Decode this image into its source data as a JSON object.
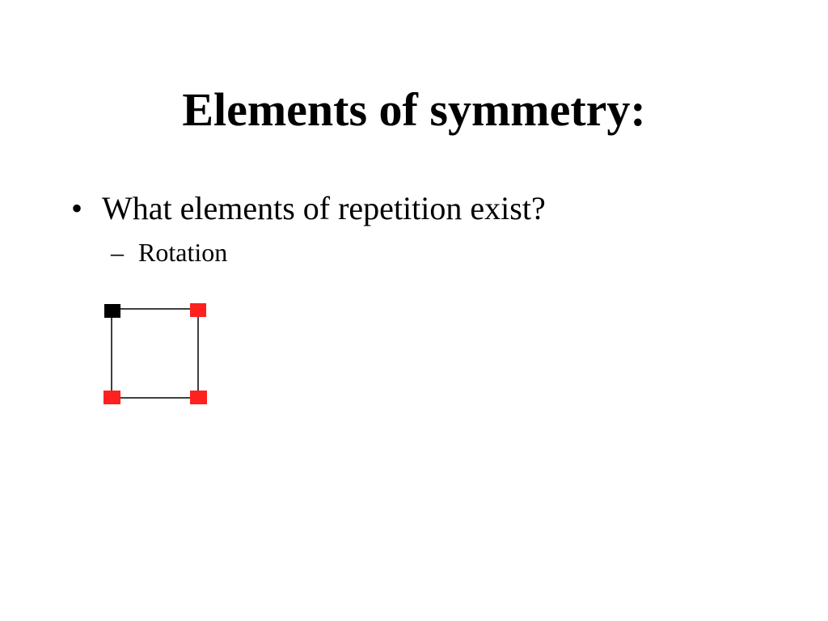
{
  "slide": {
    "title": "Elements of symmetry:",
    "bullet": {
      "marker": "•",
      "text": "What elements of repetition exist?"
    },
    "sub_bullet": {
      "marker": "–",
      "text": "Rotation"
    }
  },
  "diagram": {
    "line_color": "#000000",
    "marker_colors": {
      "reference": "#000000",
      "repeated": "#ff2020"
    },
    "corners": [
      {
        "name": "top-left",
        "kind": "reference"
      },
      {
        "name": "top-right",
        "kind": "repeated"
      },
      {
        "name": "bottom-left",
        "kind": "repeated"
      },
      {
        "name": "bottom-right",
        "kind": "repeated"
      }
    ]
  }
}
